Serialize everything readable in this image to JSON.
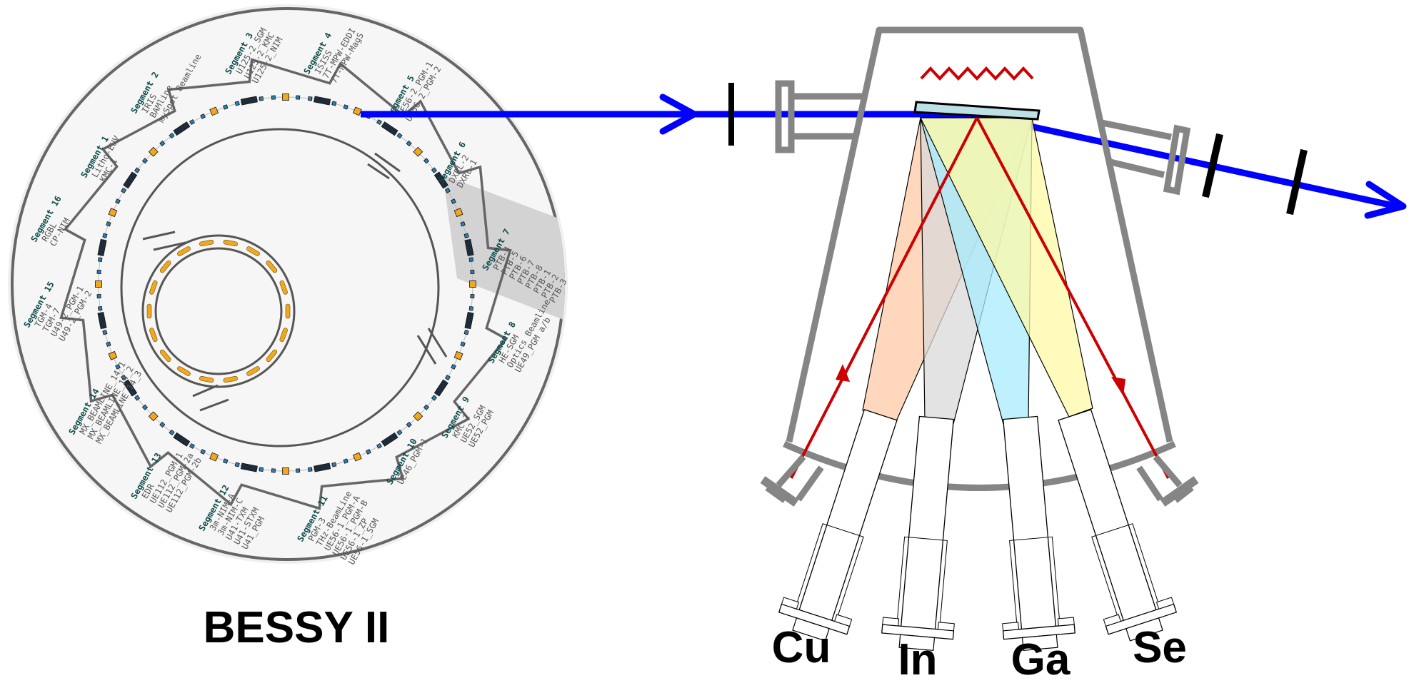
{
  "title": "BESSY II",
  "colors": {
    "beam": "#0000ff",
    "laser": "#cc0000",
    "chamber": "#858585",
    "ring_bg": "#f6f6f6",
    "ring_line": "#555555",
    "highlight_sector": "#d3d3d3",
    "sample": "#bde0e6",
    "magnet_orange": "#f0a820",
    "magnet_blue": "#2f7fb0",
    "label_teal": "#0e4a4a"
  },
  "storage_ring": {
    "highlighted_segment": "Segment 7",
    "segments": [
      {
        "name": "Segment 1",
        "beamlines": [
          "Litho-EUV",
          "KMC-1"
        ]
      },
      {
        "name": "Segment 2",
        "beamlines": [
          "IRIS",
          "BAMline",
          "mySpot Beamline"
        ]
      },
      {
        "name": "Segment 3",
        "beamlines": [
          "U125-2_SGM",
          "U125-2_KMC",
          "U125-2_NIM"
        ]
      },
      {
        "name": "Segment 4",
        "beamlines": [
          "ISISS",
          "7T-MPW-EDDI",
          "7T-MPW-MagS"
        ]
      },
      {
        "name": "Segment 5",
        "beamlines": [
          "UE56-2_PGM-1",
          "UE56-2_PGM-2"
        ]
      },
      {
        "name": "Segment 6",
        "beamlines": [
          "DXRL-2",
          "DXRL-1"
        ]
      },
      {
        "name": "Segment 7",
        "beamlines": [
          "PTB-4",
          "PTB-5",
          "PTB-6",
          "PTB-7",
          "PTB-8",
          "PTB-1",
          "PTB-2",
          "PTB-3"
        ]
      },
      {
        "name": "Segment 8",
        "beamlines": [
          "HE-SGM",
          "Optics Beamline",
          "UE49_PGM a/b"
        ]
      },
      {
        "name": "Segment 9",
        "beamlines": [
          "KMC-2",
          "UE52_SGM",
          "UE52_PGM"
        ]
      },
      {
        "name": "Segment 10",
        "beamlines": [
          "UE46_PGM-1"
        ]
      },
      {
        "name": "Segment 11",
        "beamlines": [
          "PGM-3",
          "THz-BeamLine",
          "UE56-1_PGM-A",
          "UE56-1_PGM-B",
          "UE56-1_ZP",
          "UE56-1_SGM"
        ]
      },
      {
        "name": "Segment 12",
        "beamlines": [
          "3m-NIM-A",
          "3m-NIM-C",
          "U41-TXM",
          "U41-STXM",
          "U41_PGM"
        ]
      },
      {
        "name": "Segment 13",
        "beamlines": [
          "EDR",
          "UE112_PGM-1",
          "UE112_PGM-2a",
          "UE112_PGM-2b"
        ]
      },
      {
        "name": "Segment 14",
        "beamlines": [
          "MX_BEAMLINE_14_1",
          "MX_BEAMLINE_14_2",
          "MX_BEAMLINE_14_3"
        ]
      },
      {
        "name": "Segment 15",
        "beamlines": [
          "TGM-4",
          "TGM-7",
          "U49-2_PGM-1",
          "U49-2_PGM-2"
        ]
      },
      {
        "name": "Segment 16",
        "beamlines": [
          "RGBL",
          "CP-NIM"
        ]
      }
    ]
  },
  "chamber": {
    "sources": [
      {
        "element": "Cu",
        "cone_color": "#ffc9a6"
      },
      {
        "element": "In",
        "cone_color": "#d9d9d9"
      },
      {
        "element": "Ga",
        "cone_color": "#a8ecfc"
      },
      {
        "element": "Se",
        "cone_color": "#fffaa6"
      }
    ]
  }
}
